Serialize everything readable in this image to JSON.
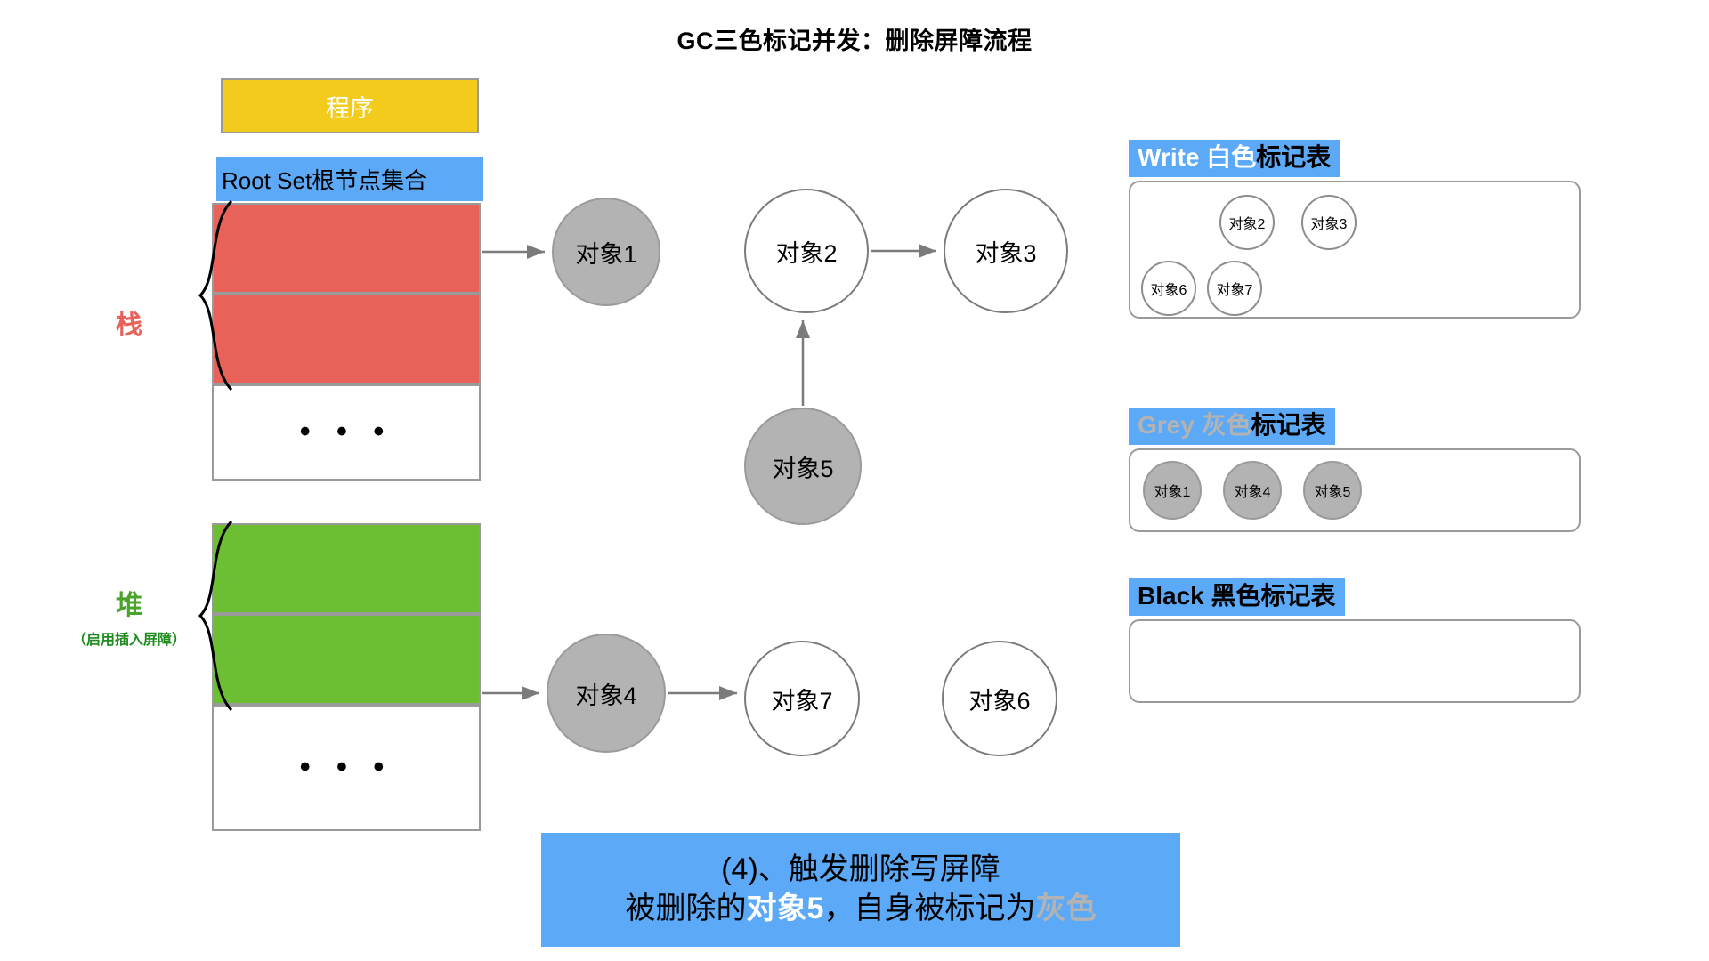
{
  "title": "GC三色标记并发：删除屏障流程",
  "memory": {
    "program_label": "程序",
    "rootset_label": "Root Set根节点集合",
    "ellipsis": "• • •",
    "stack_label": "栈",
    "heap_label": "堆",
    "heap_sub_label": "（启用插入屏障）"
  },
  "graph": {
    "nodes": [
      {
        "id": "obj1",
        "label": "对象1",
        "color": "grey"
      },
      {
        "id": "obj2",
        "label": "对象2",
        "color": "white"
      },
      {
        "id": "obj3",
        "label": "对象3",
        "color": "white"
      },
      {
        "id": "obj5",
        "label": "对象5",
        "color": "grey"
      },
      {
        "id": "obj4",
        "label": "对象4",
        "color": "grey"
      },
      {
        "id": "obj7",
        "label": "对象7",
        "color": "white"
      },
      {
        "id": "obj6",
        "label": "对象6",
        "color": "white"
      }
    ]
  },
  "tables": {
    "white": {
      "header_en": "Write",
      "header_color_cn": "白色",
      "header_suffix": "标记表",
      "items": [
        "对象2",
        "对象3",
        "对象6",
        "对象7"
      ]
    },
    "grey": {
      "header_en": "Grey",
      "header_color_cn": "灰色",
      "header_suffix": "标记表",
      "items": [
        "对象1",
        "对象4",
        "对象5"
      ]
    },
    "black": {
      "header_en": "Black",
      "header_color_cn": "黑色",
      "header_suffix": "标记表",
      "items": []
    }
  },
  "caption": {
    "line1": "(4)、触发删除写屏障",
    "line2_a": "被删除的",
    "line2_b": "对象5",
    "line2_c": "，自身被标记为",
    "line2_d": "灰色"
  },
  "colors": {
    "accent_blue": "#5ba9f7",
    "stack_red": "#e8625a",
    "heap_green": "#6cbe33",
    "program_yellow": "#f2cb1d",
    "node_grey": "#b3b3b3",
    "stroke_grey": "#9a9a9a"
  }
}
